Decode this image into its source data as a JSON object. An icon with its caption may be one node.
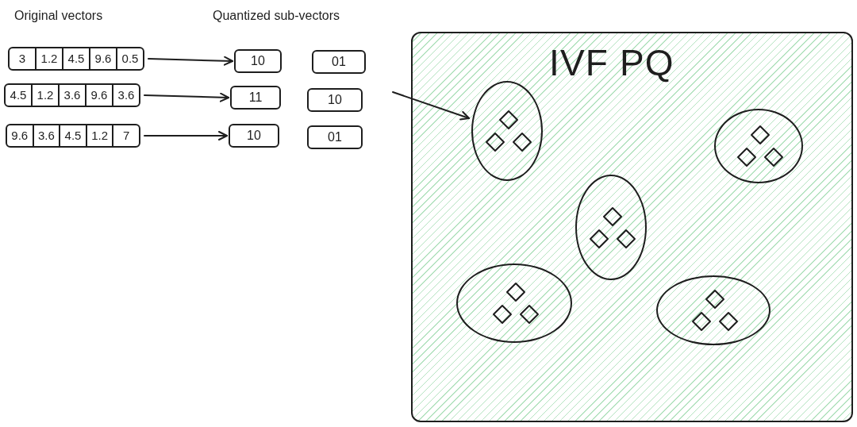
{
  "diagram": {
    "nodes": [
      {
        "text": [
          "3",
          "1.2",
          "4.5",
          "9.6",
          "0.5"
        ]
      },
      {
        "text": [
          "4.5",
          "1.2",
          "3.6",
          "9.6",
          "3.6"
        ]
      },
      {
        "text": [
          "9.6",
          "3.6",
          "4.5",
          "1.2",
          "7"
        ]
      },
      {
        "text": [
          "10"
        ]
      },
      {
        "text": [
          "01"
        ]
      },
      {
        "text": [
          "11"
        ]
      },
      {
        "text": [
          "10"
        ]
      },
      {
        "text": [
          "10"
        ]
      },
      {
        "text": [
          "01"
        ]
      },
      {
        "text": [
          "IVF PQ"
        ]
      },
      {
        "text": [],
        "shape": "ellipse",
        "in": 9
      },
      {
        "text": [],
        "shape": "ellipse",
        "in": 9
      },
      {
        "text": [],
        "shape": "ellipse",
        "in": 9
      },
      {
        "text": [],
        "shape": "ellipse",
        "in": 9
      },
      {
        "text": [],
        "shape": "ellipse",
        "in": 9
      },
      {
        "text": [],
        "shape": "diamond",
        "in": 10
      },
      {
        "text": [],
        "shape": "diamond",
        "in": 10
      },
      {
        "text": [],
        "shape": "diamond",
        "in": 10
      },
      {
        "text": [],
        "shape": "diamond",
        "in": 11
      },
      {
        "text": [],
        "shape": "diamond",
        "in": 11
      },
      {
        "text": [],
        "shape": "diamond",
        "in": 11
      },
      {
        "text": [],
        "shape": "diamond",
        "in": 12
      },
      {
        "text": [],
        "shape": "diamond",
        "in": 12
      },
      {
        "text": [],
        "shape": "diamond",
        "in": 12
      },
      {
        "text": [],
        "shape": "diamond",
        "in": 13
      },
      {
        "text": [],
        "shape": "diamond",
        "in": 13
      },
      {
        "text": [],
        "shape": "diamond",
        "in": 13
      },
      {
        "text": [],
        "shape": "diamond",
        "in": 14
      },
      {
        "text": [],
        "shape": "diamond",
        "in": 14
      },
      {
        "text": [],
        "shape": "diamond",
        "in": 14
      }
    ],
    "edges": [
      {
        "from": 0,
        "to": 3,
        "arrow": "to"
      },
      {
        "from": 1,
        "to": 5,
        "arrow": "to"
      },
      {
        "from": 2,
        "to": 7,
        "arrow": "to"
      },
      {
        "from": null,
        "to": 10,
        "arrow": "to"
      }
    ],
    "labels": [
      "Original vectors",
      "Quantized sub-vectors"
    ]
  }
}
